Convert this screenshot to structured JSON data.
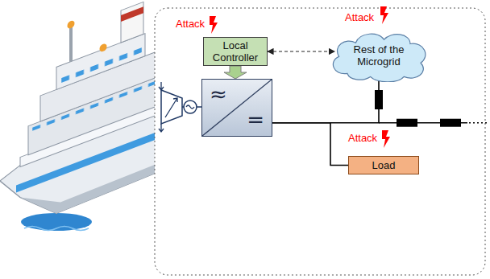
{
  "diagram": {
    "nodes": [
      {
        "text": [
          "Local Controller"
        ]
      },
      {
        "text": [
          "Rest of the Microgrid"
        ]
      },
      {
        "text": [
          "≈",
          "="
        ]
      },
      {
        "text": [
          "Load"
        ]
      }
    ],
    "edges": [
      {
        "from": 0,
        "to": 1,
        "arrow": "both"
      },
      {
        "from": 0,
        "to": 2,
        "arrow": "to"
      },
      {
        "from": 2,
        "to": 1,
        "arrow": "none"
      },
      {
        "from": 2,
        "to": 3,
        "arrow": "none"
      }
    ],
    "labels": [
      "Attack",
      "Attack",
      "Attack"
    ]
  }
}
